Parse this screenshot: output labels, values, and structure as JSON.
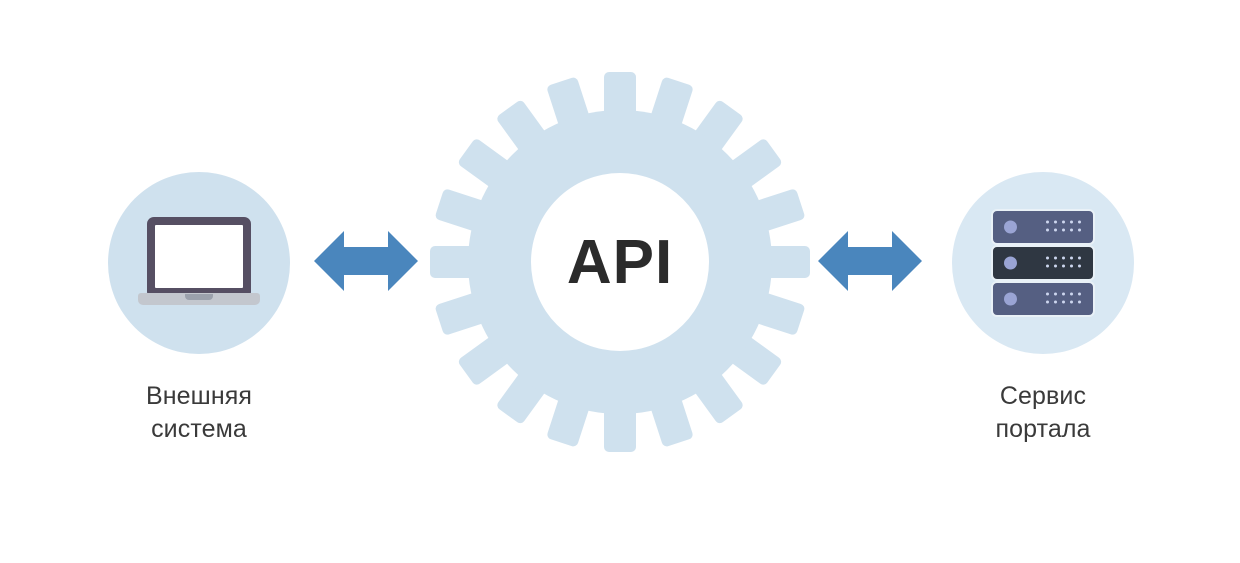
{
  "diagram": {
    "type": "integration-flow",
    "background_color": "#ffffff",
    "nodes": [
      {
        "id": "external-system",
        "label": "Внешняя\nсистема",
        "icon": "laptop-icon",
        "circle_color": "#cfe1ee",
        "icon_colors": {
          "bezel": "#564f63",
          "screen": "#ffffff",
          "base": "#c3c7ce",
          "notch": "#9ba1ac"
        }
      },
      {
        "id": "api-gear",
        "label": "API",
        "icon": "gear-icon",
        "gear_color": "#cfe1ee",
        "hub_color": "#ffffff",
        "text_color": "#2b2b2b",
        "teeth": 20
      },
      {
        "id": "portal-service",
        "label": "Сервис\nпортала",
        "icon": "server-icon",
        "circle_color": "#d9e8f3",
        "icon_colors": {
          "unit": "#555f82",
          "unit_dark": "#2f3742",
          "led": "#9aa4d4",
          "dots": "#cdd6ee",
          "outline": "#e9f1f7"
        },
        "units": 3
      }
    ],
    "connectors": [
      {
        "id": "connector-left",
        "from": "external-system",
        "to": "api-gear",
        "style": "double-headed-arrow",
        "color": "#4a86bd"
      },
      {
        "id": "connector-right",
        "from": "api-gear",
        "to": "portal-service",
        "style": "double-headed-arrow",
        "color": "#4a86bd"
      }
    ],
    "server_dots": [
      "",
      "",
      "",
      "",
      "",
      "",
      "",
      "",
      "",
      ""
    ]
  }
}
